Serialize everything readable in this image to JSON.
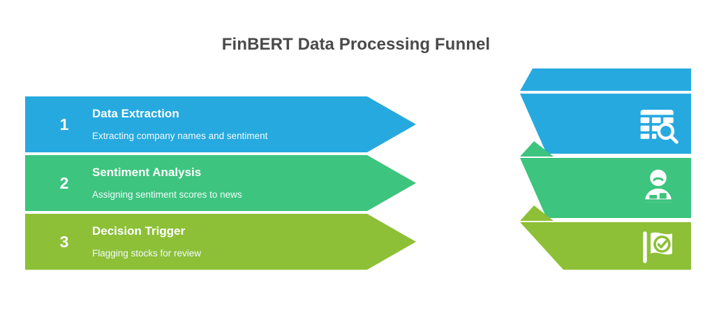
{
  "page": {
    "title": "FinBERT Data Processing Funnel",
    "background_color": "#ffffff",
    "title_color": "#4a4a4a"
  },
  "palette": {
    "blue": "#26a9df",
    "green": "#3dc47e",
    "olive": "#8dc037",
    "text_on_band": "#ffffff"
  },
  "steps": [
    {
      "number": "1",
      "title": "Data Extraction",
      "description": "Extracting company names and sentiment",
      "color": "#26a9df",
      "icon": "table-search-icon"
    },
    {
      "number": "2",
      "title": "Sentiment Analysis",
      "description": "Assigning sentiment scores to news",
      "color": "#3dc47e",
      "icon": "person-sentiment-icon"
    },
    {
      "number": "3",
      "title": "Decision Trigger",
      "description": "Flagging stocks for review",
      "color": "#8dc037",
      "icon": "flag-check-icon"
    }
  ],
  "funnel": {
    "segments": [
      {
        "color": "#26a9df",
        "icon": "table-search-icon"
      },
      {
        "color": "#3dc47e",
        "icon": "person-sentiment-icon"
      },
      {
        "color": "#8dc037",
        "icon": "flag-check-icon"
      }
    ]
  }
}
